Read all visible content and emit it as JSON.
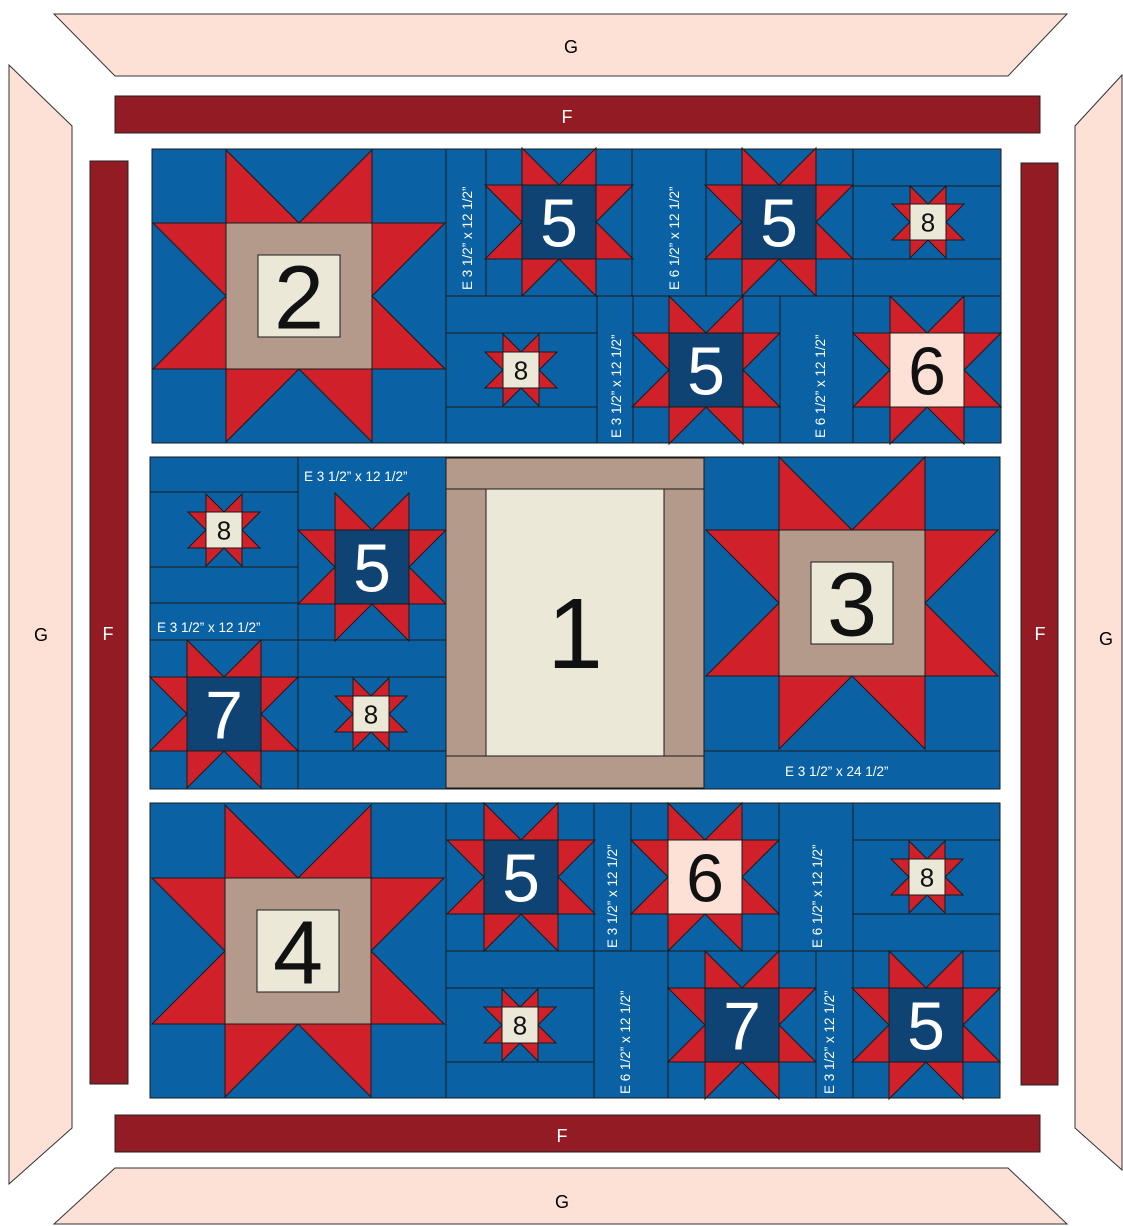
{
  "border_labels": {
    "outer": "G",
    "inner": "F"
  },
  "blocks": {
    "b1": "1",
    "b2": "2",
    "b3": "3",
    "b4": "4",
    "b5": "5",
    "b6": "6",
    "b7": "7",
    "b8": "8"
  },
  "cut_labels": {
    "e_3_12": "E 3 1/2” x 12 1/2”",
    "e_6_12": "E 6 1/2” x 12 1/2”",
    "e_3_24": "E 3 1/2” x 24 1/2”"
  },
  "colors": {
    "blue": "#0a62a5",
    "navy": "#0e4373",
    "red": "#d02029",
    "dark_red": "#931c24",
    "tan": "#b39a8b",
    "cream": "#ece8d8",
    "pink": "#fde1d7",
    "outline": "#1a1a1a"
  }
}
